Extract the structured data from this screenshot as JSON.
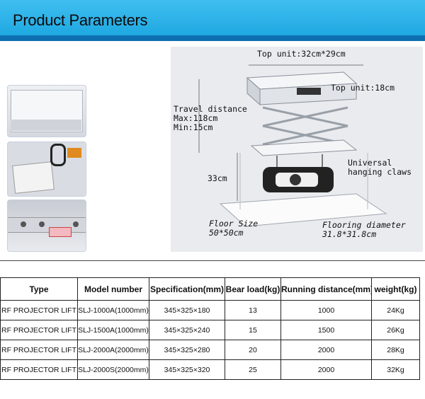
{
  "header": {
    "title": "Product Parameters",
    "accent_color": "#1aa4df",
    "bar_color": "#0d6fb0"
  },
  "side_photos": [
    {
      "icon": "ceiling-plate-photo"
    },
    {
      "icon": "remote-receiver-photo"
    },
    {
      "icon": "rail-detail-photo"
    }
  ],
  "diagram": {
    "top_unit_size": "Top unit:32cm*29cm",
    "top_unit_height": "Top unit:18cm",
    "travel_distance": "Travel distance",
    "travel_max": "Max:118cm",
    "travel_min": "Min:15cm",
    "universal_claws_1": "Universal",
    "universal_claws_2": "hanging claws",
    "height_33": "33cm",
    "floor_size_label": "Floor Size",
    "floor_size_value": "50*50cm",
    "flooring_diameter_label": "Flooring diameter",
    "flooring_diameter_value": "31.8*31.8cm"
  },
  "table": {
    "headers": [
      "Type",
      "Model number",
      "Specification(mm)",
      "Bear load(kg)",
      "Running distance(mm)",
      "weight(kg)"
    ],
    "rows": [
      [
        "RF PROJECTOR LIFT",
        "SLJ-1000A(1000mm)",
        "345×325×180",
        "13",
        "1000",
        "24Kg"
      ],
      [
        "RF PROJECTOR LIFT",
        "SLJ-1500A(1000mm)",
        "345×325×240",
        "15",
        "1500",
        "26Kg"
      ],
      [
        "RF PROJECTOR LIFT",
        "SLJ-2000A(2000mm)",
        "345×325×280",
        "20",
        "2000",
        "28Kg"
      ],
      [
        "RF PROJECTOR LIFT",
        "SLJ-2000S(2000mm)",
        "345×325×320",
        "25",
        "2000",
        "32Kg"
      ]
    ]
  }
}
